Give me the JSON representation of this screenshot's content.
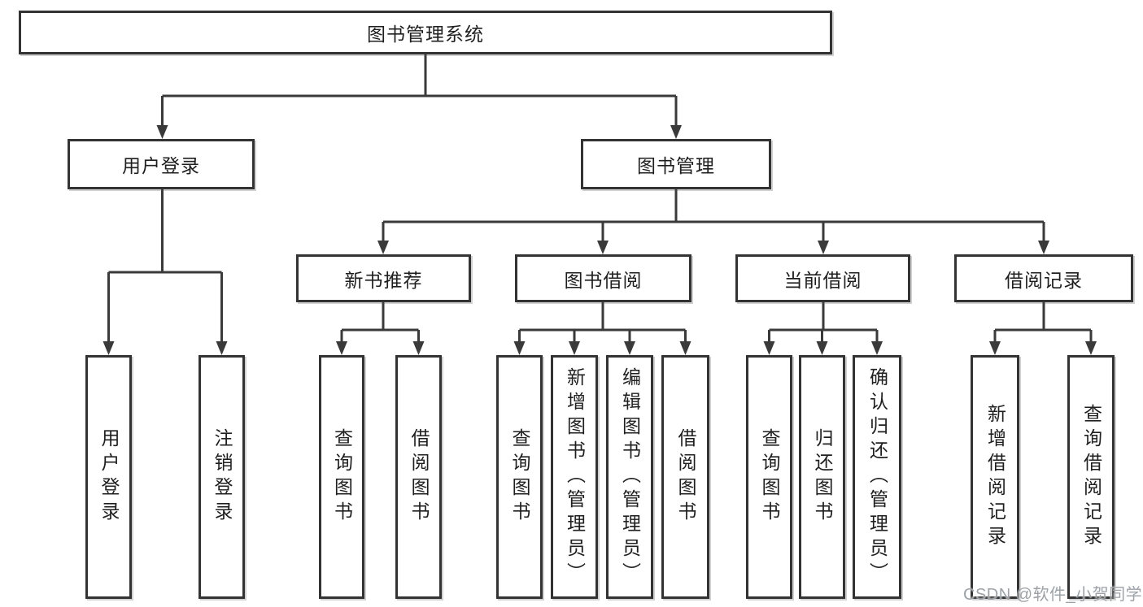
{
  "colors": {
    "line": "#3a3a3a",
    "box-border": "#333333",
    "box-fill": "#ffffff",
    "text": "#1f1f1f",
    "watermark": "#9ba2a8",
    "background": "#ffffff"
  },
  "watermark": {
    "text": "CSDN @软件_小贺同学"
  },
  "tree": {
    "root": {
      "label": "图书管理系统",
      "children": [
        {
          "label": "用户登录",
          "children": [
            {
              "label": "用户登录"
            },
            {
              "label": "注销登录"
            }
          ]
        },
        {
          "label": "图书管理",
          "children": [
            {
              "label": "新书推荐",
              "children": [
                {
                  "label": "查询图书"
                },
                {
                  "label": "借阅图书"
                }
              ]
            },
            {
              "label": "图书借阅",
              "children": [
                {
                  "label": "查询图书"
                },
                {
                  "label": "新增图书（管理员）"
                },
                {
                  "label": "编辑图书（管理员）"
                },
                {
                  "label": "借阅图书"
                }
              ]
            },
            {
              "label": "当前借阅",
              "children": [
                {
                  "label": "查询图书"
                },
                {
                  "label": "归还图书"
                },
                {
                  "label": "确认归还（管理员）"
                }
              ]
            },
            {
              "label": "借阅记录",
              "children": [
                {
                  "label": "新增借阅记录"
                },
                {
                  "label": "查询借阅记录"
                }
              ]
            }
          ]
        }
      ]
    }
  }
}
